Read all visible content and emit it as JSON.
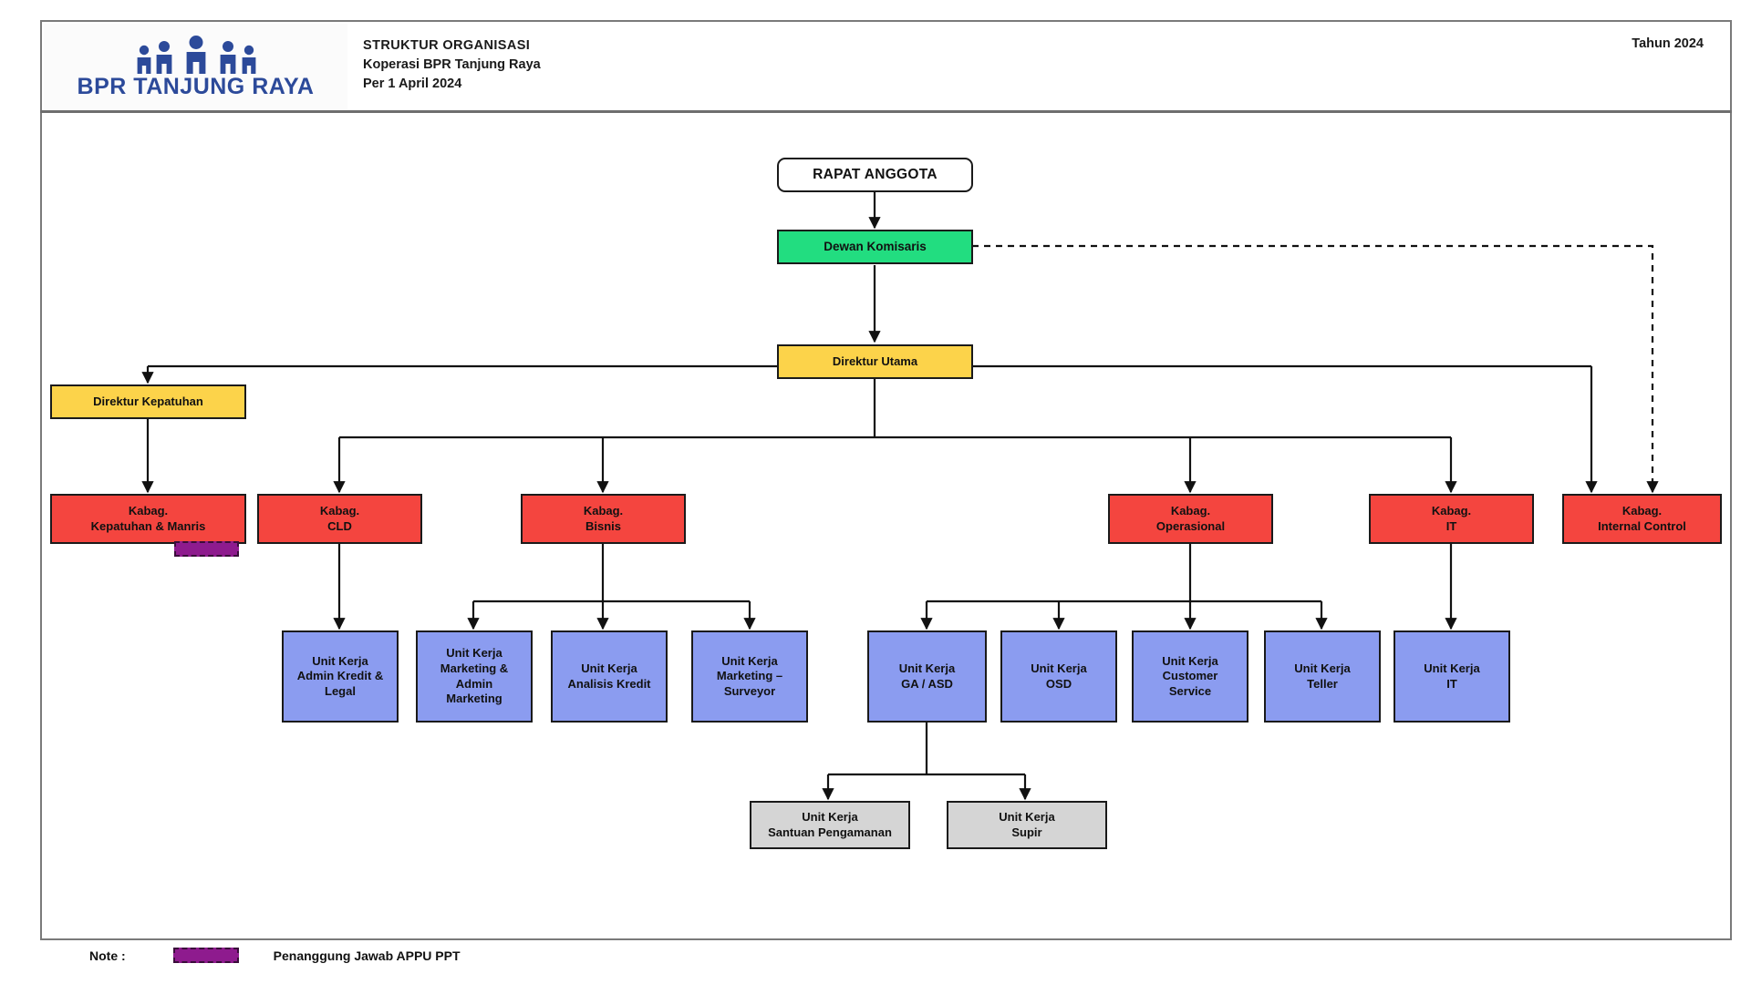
{
  "header": {
    "logo_word": "BPR TANJUNG RAYA",
    "logo_icon": "people-group-icon",
    "title_line1": "STRUKTUR ORGANISASI",
    "title_line2": "Koperasi BPR Tanjung Raya",
    "title_line3": "Per 1 April 2024",
    "year": "Tahun 2024"
  },
  "note": {
    "label": "Note :",
    "text": "Penanggung Jawab APPU PPT",
    "swatch_color": "#8e1b8e"
  },
  "palette": {
    "root": "#ffffff",
    "green": "#22dd80",
    "yellow": "#fcd34a",
    "red": "#f4453f",
    "blue": "#8b9cf0",
    "gray": "#d5d5d5",
    "appu": "#8e1b8e",
    "border": "#1a1a1a",
    "logo_blue": "#2c4a9a"
  },
  "chart_data": {
    "type": "diagram",
    "title": "STRUKTUR ORGANISASI Koperasi BPR Tanjung Raya",
    "nodes": [
      {
        "id": "rapat",
        "label": "RAPAT ANGGOTA",
        "level": 0,
        "color": "#ffffff"
      },
      {
        "id": "komisaris",
        "label": "Dewan Komisaris",
        "level": 1,
        "color": "#22dd80"
      },
      {
        "id": "dirut",
        "label": "Direktur Utama",
        "level": 2,
        "color": "#fcd34a"
      },
      {
        "id": "dirkep",
        "label": "Direktur Kepatuhan",
        "level": 2,
        "color": "#fcd34a"
      },
      {
        "id": "kab_kep",
        "label": "Kabag.\nKepatuhan & Manris",
        "level": 3,
        "color": "#f4453f"
      },
      {
        "id": "kab_cld",
        "label": "Kabag.\nCLD",
        "level": 3,
        "color": "#f4453f"
      },
      {
        "id": "kab_bis",
        "label": "Kabag.\nBisnis",
        "level": 3,
        "color": "#f4453f"
      },
      {
        "id": "kab_ops",
        "label": "Kabag.\nOperasional",
        "level": 3,
        "color": "#f4453f"
      },
      {
        "id": "kab_it",
        "label": "Kabag.\nIT",
        "level": 3,
        "color": "#f4453f"
      },
      {
        "id": "kab_ic",
        "label": "Kabag.\nInternal Control",
        "level": 3,
        "color": "#f4453f"
      },
      {
        "id": "uk_akl",
        "label": "Unit Kerja\nAdmin Kredit &\nLegal",
        "level": 4,
        "color": "#8b9cf0"
      },
      {
        "id": "uk_mam",
        "label": "Unit Kerja\nMarketing &\nAdmin\nMarketing",
        "level": 4,
        "color": "#8b9cf0"
      },
      {
        "id": "uk_ak",
        "label": "Unit Kerja\nAnalisis Kredit",
        "level": 4,
        "color": "#8b9cf0"
      },
      {
        "id": "uk_ms",
        "label": "Unit Kerja\nMarketing –\nSurveyor",
        "level": 4,
        "color": "#8b9cf0"
      },
      {
        "id": "uk_ga",
        "label": "Unit Kerja\nGA / ASD",
        "level": 4,
        "color": "#8b9cf0"
      },
      {
        "id": "uk_osd",
        "label": "Unit Kerja\nOSD",
        "level": 4,
        "color": "#8b9cf0"
      },
      {
        "id": "uk_cs",
        "label": "Unit Kerja\nCustomer\nService",
        "level": 4,
        "color": "#8b9cf0"
      },
      {
        "id": "uk_teller",
        "label": "Unit Kerja\nTeller",
        "level": 4,
        "color": "#8b9cf0"
      },
      {
        "id": "uk_it",
        "label": "Unit Kerja\nIT",
        "level": 4,
        "color": "#8b9cf0"
      },
      {
        "id": "uk_sp",
        "label": "Unit Kerja\nSantuan Pengamanan",
        "level": 5,
        "color": "#d5d5d5"
      },
      {
        "id": "uk_supir",
        "label": "Unit Kerja\nSupir",
        "level": 5,
        "color": "#d5d5d5"
      }
    ],
    "edges": [
      {
        "from": "rapat",
        "to": "komisaris",
        "style": "solid"
      },
      {
        "from": "komisaris",
        "to": "dirut",
        "style": "solid"
      },
      {
        "from": "komisaris",
        "to": "kab_ic",
        "style": "dashed"
      },
      {
        "from": "dirut",
        "to": "dirkep",
        "style": "solid"
      },
      {
        "from": "dirut",
        "to": "kab_cld",
        "style": "solid"
      },
      {
        "from": "dirut",
        "to": "kab_bis",
        "style": "solid"
      },
      {
        "from": "dirut",
        "to": "kab_ops",
        "style": "solid"
      },
      {
        "from": "dirut",
        "to": "kab_it",
        "style": "solid"
      },
      {
        "from": "dirut",
        "to": "kab_ic",
        "style": "solid"
      },
      {
        "from": "dirkep",
        "to": "kab_kep",
        "style": "solid"
      },
      {
        "from": "kab_cld",
        "to": "uk_akl",
        "style": "solid"
      },
      {
        "from": "kab_bis",
        "to": "uk_mam",
        "style": "solid"
      },
      {
        "from": "kab_bis",
        "to": "uk_ak",
        "style": "solid"
      },
      {
        "from": "kab_bis",
        "to": "uk_ms",
        "style": "solid"
      },
      {
        "from": "kab_ops",
        "to": "uk_ga",
        "style": "solid"
      },
      {
        "from": "kab_ops",
        "to": "uk_osd",
        "style": "solid"
      },
      {
        "from": "kab_ops",
        "to": "uk_cs",
        "style": "solid"
      },
      {
        "from": "kab_ops",
        "to": "uk_teller",
        "style": "solid"
      },
      {
        "from": "kab_it",
        "to": "uk_it",
        "style": "solid"
      },
      {
        "from": "uk_ga",
        "to": "uk_sp",
        "style": "solid"
      },
      {
        "from": "uk_ga",
        "to": "uk_supir",
        "style": "solid"
      }
    ],
    "legend": [
      {
        "swatch": "#8e1b8e",
        "label": "Penanggung Jawab APPU PPT",
        "applies_to": "kab_kep"
      }
    ]
  }
}
